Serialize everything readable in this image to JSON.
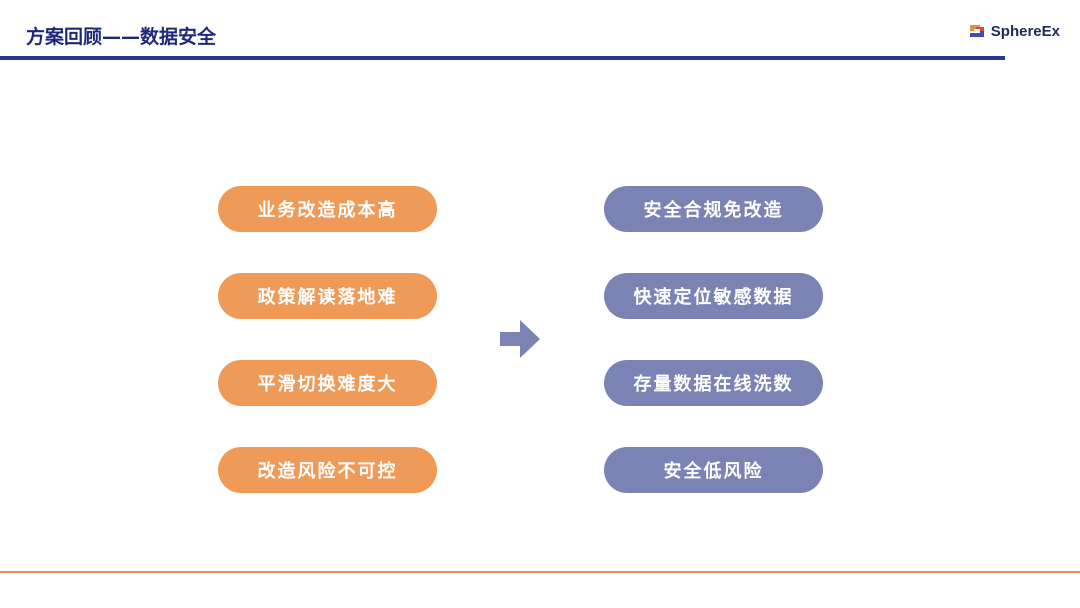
{
  "header": {
    "title": "方案回顾——数据安全",
    "logo_text": "SphereEx",
    "accent_color": "#2a3590"
  },
  "left_items": [
    {
      "label": "业务改造成本高"
    },
    {
      "label": "政策解读落地难"
    },
    {
      "label": "平滑切换难度大"
    },
    {
      "label": "改造风险不可控"
    }
  ],
  "right_items": [
    {
      "label": "安全合规免改造"
    },
    {
      "label": "快速定位敏感数据"
    },
    {
      "label": "存量数据在线洗数"
    },
    {
      "label": "安全低风险"
    }
  ],
  "colors": {
    "left_pill": "#f09a57",
    "right_pill": "#7b83b5",
    "arrow": "#7b83b5",
    "bottom_rule": "#ef8a5a"
  },
  "icons": {
    "logo": "sphereex-logo-icon",
    "arrow": "right-arrow-icon"
  }
}
